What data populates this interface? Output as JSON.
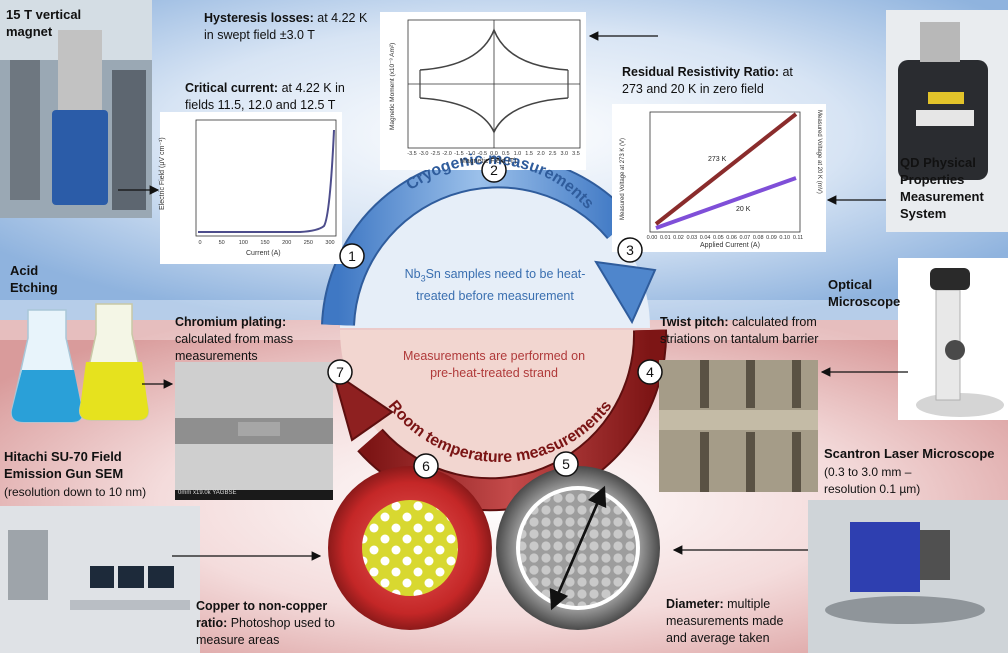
{
  "labels": {
    "vertical_magnet": "15 T vertical magnet",
    "acid_etching": "Acid Etching",
    "hitachi_title": "Hitachi SU-70 Field Emission Gun SEM",
    "hitachi_resolution": "(resolution  down to 10 nm)",
    "qd_ppms": "QD Physical Properties Measurement System",
    "optical_microscope": "Optical Microscope",
    "scantron_title": "Scantron Laser Microscope",
    "scantron_detail": "(0.3 to 3.0 mm – resolution 0.1 µm)"
  },
  "measurements": {
    "hysteresis": {
      "title": "Hysteresis losses:",
      "text": " at 4.22 K in swept field ±3.0 T"
    },
    "critical_current": {
      "title": "Critical current:",
      "text": " at 4.22 K in fields 11.5, 12.0 and 12.5 T"
    },
    "rrr": {
      "title": "Residual Resistivity Ratio:",
      "text": " at 273 and 20 K in zero field"
    },
    "chromium": {
      "title": "Chromium plating:",
      "text": " calculated from mass measurements"
    },
    "twist": {
      "title": "Twist pitch:",
      "text": " calculated from striations on tantalum barrier"
    },
    "copper_ratio": {
      "title": "Copper to non-copper ratio:",
      "text": " Photoshop used to measure areas"
    },
    "diameter": {
      "title": "Diameter:",
      "text": " multiple measurements made and average taken"
    }
  },
  "center": {
    "cryogenic_title": "Cryogenic measurements",
    "room_title": "Room temperature measurements",
    "nb3sn_prefix": "Nb",
    "nb3sn_sub": "3",
    "nb3sn_rest": "Sn samples need to be heat-treated before measurement",
    "room_note": "Measurements are performed on pre-heat-treated strand"
  },
  "steps": [
    "1",
    "2",
    "3",
    "4",
    "5",
    "6",
    "7"
  ],
  "plots": {
    "critical": {
      "ylabel": "Electric Field (μV cm⁻¹)",
      "xlabel": "Current (A)",
      "xticks": [
        "0",
        "50",
        "100",
        "150",
        "200",
        "250",
        "300"
      ]
    },
    "hysteresis": {
      "ylabel": "Magnetic Moment (x10⁻³ Am²)",
      "xlabel": "Magnetic Field (T)",
      "xticks": [
        "-3.5",
        "-3.0",
        "-2.5",
        "-2.0",
        "-1.5",
        "-1.0",
        "-0.5",
        "0.0",
        "0.5",
        "1.0",
        "1.5",
        "2.0",
        "2.5",
        "3.0",
        "3.5"
      ]
    },
    "rrr": {
      "ylabel_left": "Measured Voltage at 273 K (V)",
      "ylabel_right": "Measured Voltage at 20 K (mV)",
      "xlabel": "Applied Current (A)",
      "label_273": "273 K",
      "label_20": "20 K",
      "xticks": [
        "0.00",
        "0.01",
        "0.02",
        "0.03",
        "0.04",
        "0.05",
        "0.06",
        "0.07",
        "0.08",
        "0.09",
        "0.10",
        "0.11"
      ]
    },
    "sem_caption": "0mm x19.0k YAGBSE"
  },
  "colors": {
    "blue_arc": "#5b8fd0",
    "red_arc": "#9b2525",
    "blue_text": "#3a6fb0",
    "red_text": "#b03a3a",
    "copper_yellow": "#d8d830",
    "disc_red": "#d23a3a"
  }
}
